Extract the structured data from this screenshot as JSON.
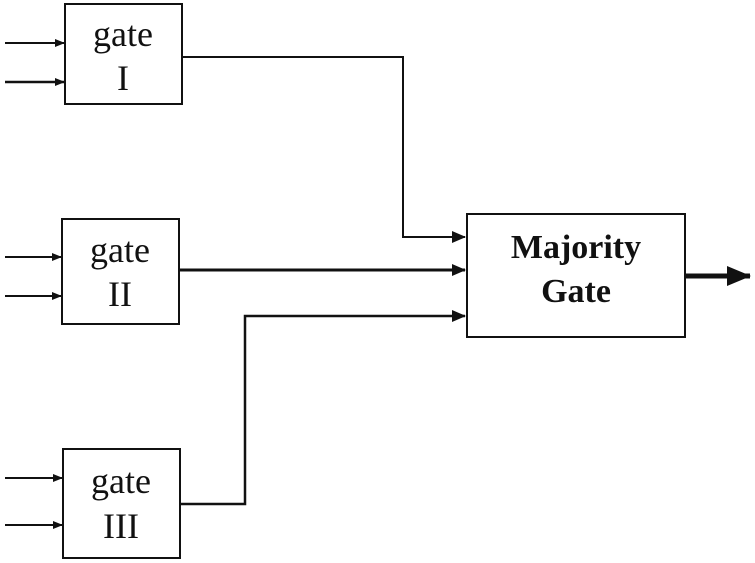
{
  "gates": [
    {
      "label_top": "gate",
      "label_bottom": "I"
    },
    {
      "label_top": "gate",
      "label_bottom": "II"
    },
    {
      "label_top": "gate",
      "label_bottom": "III"
    }
  ],
  "majority_gate": {
    "label_line1": "Majority",
    "label_line2": "Gate"
  },
  "colors": {
    "stroke": "#111111",
    "background": "#ffffff"
  }
}
